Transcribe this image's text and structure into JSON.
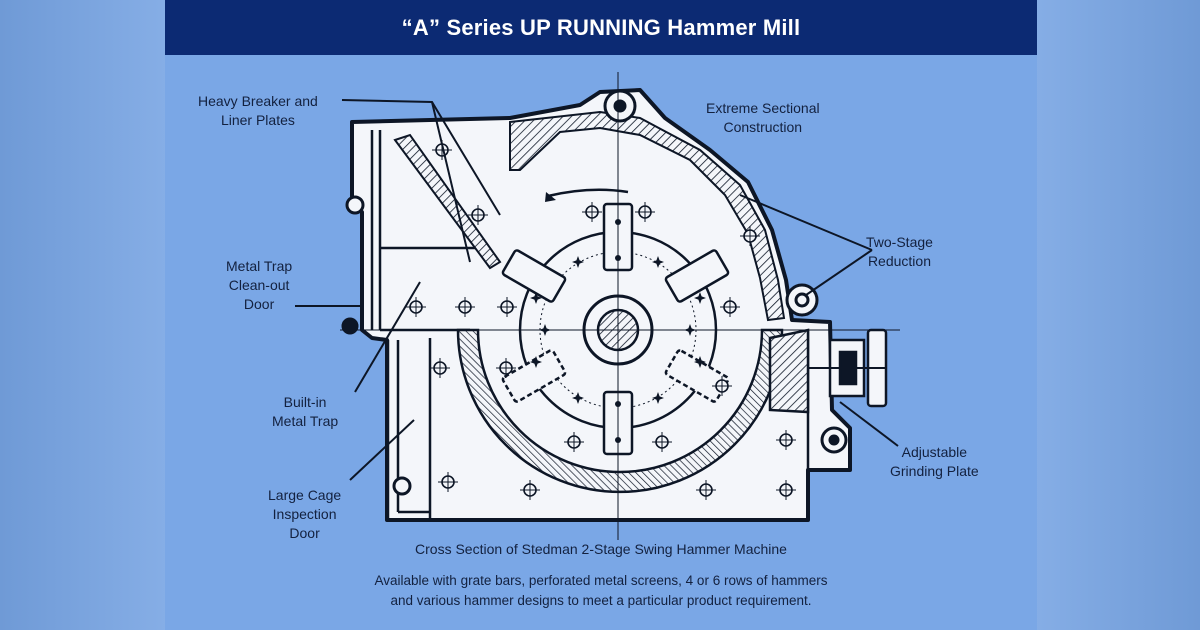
{
  "title": "“A” Series UP RUNNING Hammer Mill",
  "labels": {
    "heavy_breaker": "Heavy Breaker and\nLiner Plates",
    "extreme_sectional": "Extreme Sectional\nConstruction",
    "two_stage": "Two-Stage\nReduction",
    "metal_trap_door": "Metal Trap\nClean-out\nDoor",
    "built_in_trap": "Built-in\nMetal Trap",
    "large_cage": "Large Cage\nInspection\nDoor",
    "adjustable_plate": "Adjustable\nGrinding Plate"
  },
  "caption": "Cross Section of Stedman 2-Stage Swing Hammer Machine",
  "description_line1": "Available with grate bars, perforated metal screens, 4 or 6 rows of hammers",
  "description_line2": "and various hammer designs to meet a particular product requirement.",
  "colors": {
    "title_bar": "#0c2a73",
    "panel": "#7aa7e6",
    "outline": "#0d1626",
    "machine_fill": "#f4f6fa"
  }
}
